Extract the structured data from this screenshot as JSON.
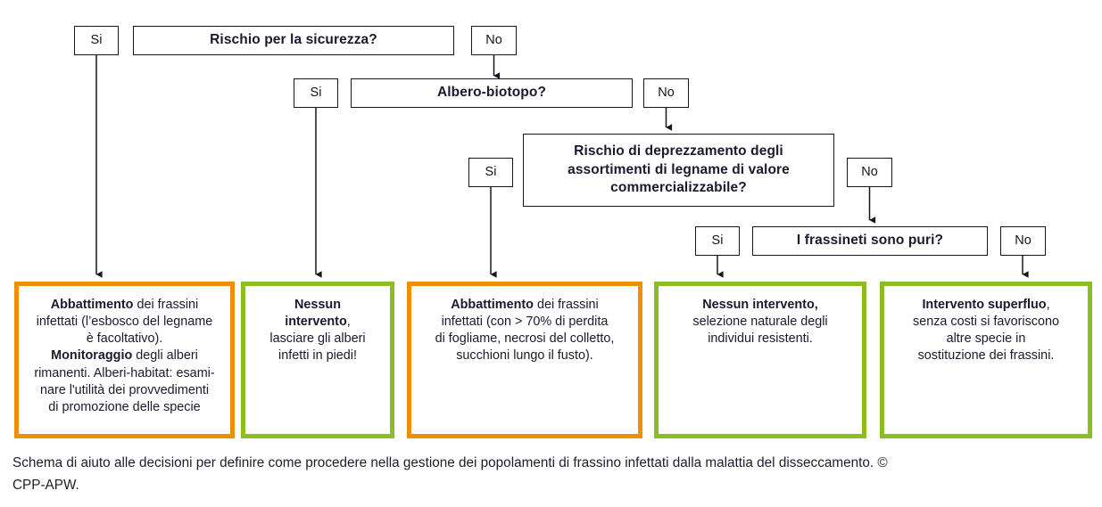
{
  "diagram": {
    "title_alt": "Schema di aiuto alle decisioni",
    "colors": {
      "orange": "#ef8f00",
      "green": "#8cbe22",
      "line": "#15151f",
      "text": "#1a1a2e"
    },
    "questions": [
      {
        "id": "q1",
        "text": "Rischio per la sicurezza?"
      },
      {
        "id": "q2",
        "text": "Albero-biotopo?"
      },
      {
        "id": "q3",
        "text": "Rischio di deprezzamento degli assortimenti di legname di valore commercializzabile?"
      },
      {
        "id": "q4",
        "text": "I frassineti sono puri?"
      }
    ],
    "answers": {
      "yes": "Si",
      "no": "No"
    },
    "branch_labels": [
      {
        "id": "q1-yes",
        "text": "Si"
      },
      {
        "id": "q1-no",
        "text": "No"
      },
      {
        "id": "q2-yes",
        "text": "Si"
      },
      {
        "id": "q2-no",
        "text": "No"
      },
      {
        "id": "q3-yes",
        "text": "Si"
      },
      {
        "id": "q3-no",
        "text": "No"
      },
      {
        "id": "q4-yes",
        "text": "Si"
      },
      {
        "id": "q4-no",
        "text": "No"
      }
    ],
    "outcomes": [
      {
        "id": "outcome-1",
        "color": "orange",
        "from": "q1-yes",
        "lines": [
          {
            "bold": "Abbattimento",
            "rest": " dei frassini"
          },
          {
            "bold": "",
            "rest": "infettati (l’esbosco del legname"
          },
          {
            "bold": "",
            "rest": "è facoltativo)."
          },
          {
            "bold": "Monitoraggio",
            "rest": " degli alberi"
          },
          {
            "bold": "",
            "rest": "rimanenti. Alberi-habitat: esami-"
          },
          {
            "bold": "",
            "rest": "nare l'utilità dei provvedimenti"
          },
          {
            "bold": "",
            "rest": "di promozione delle specie"
          }
        ]
      },
      {
        "id": "outcome-2",
        "color": "green",
        "from": "q2-yes",
        "lines": [
          {
            "bold": "Nessun",
            "rest": ""
          },
          {
            "bold": "intervento",
            "rest": ","
          },
          {
            "bold": "",
            "rest": "lasciare gli alberi"
          },
          {
            "bold": "",
            "rest": "infetti in piedi!"
          }
        ]
      },
      {
        "id": "outcome-3",
        "color": "orange",
        "from": "q3-yes",
        "lines": [
          {
            "bold": "Abbattimento",
            "rest": " dei frassini"
          },
          {
            "bold": "",
            "rest": "infettati (con > 70% di perdita"
          },
          {
            "bold": "",
            "rest": "di fogliame, necrosi del colletto,"
          },
          {
            "bold": "",
            "rest": "succhioni lungo il fusto)."
          }
        ]
      },
      {
        "id": "outcome-4",
        "color": "green",
        "from": "q4-yes",
        "lines": [
          {
            "bold": "Nessun intervento,",
            "rest": ""
          },
          {
            "bold": "",
            "rest": "selezione naturale degli"
          },
          {
            "bold": "",
            "rest": "individui resistenti."
          }
        ]
      },
      {
        "id": "outcome-5",
        "color": "green",
        "from": "q4-no",
        "lines": [
          {
            "bold": "Intervento superfluo",
            "rest": ","
          },
          {
            "bold": "",
            "rest": "senza costi si favoriscono"
          },
          {
            "bold": "",
            "rest": "altre specie in"
          },
          {
            "bold": "",
            "rest": "sostituzione dei frassini."
          }
        ]
      }
    ]
  },
  "caption": {
    "line1": "Schema di aiuto alle decisioni per definire come procedere nella gestione dei popolamenti di frassino infettati dalla malattia",
    "line2": "del disseccamento. © CPP-APW."
  }
}
